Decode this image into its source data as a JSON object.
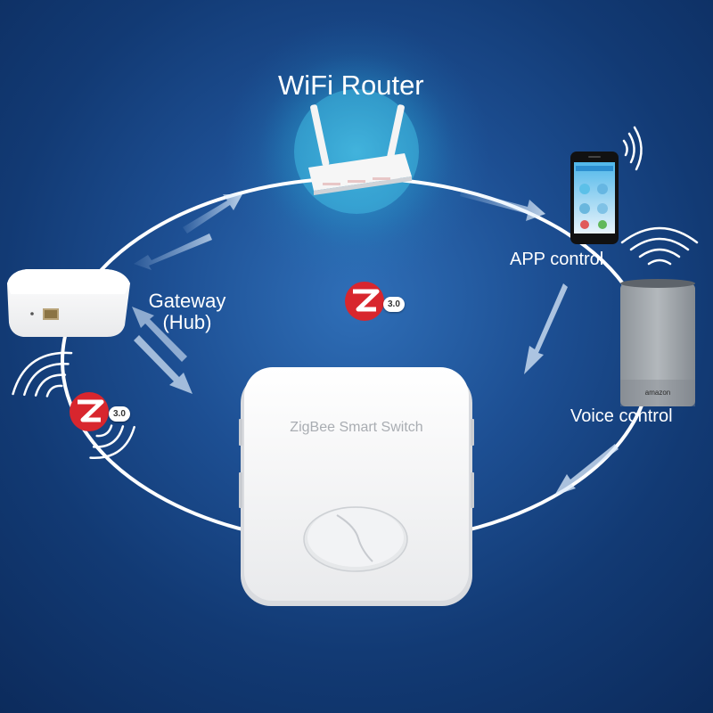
{
  "diagram": {
    "router_label": "WiFi Router",
    "gateway_label_line1": "Gateway",
    "gateway_label_line2": "(Hub)",
    "app_label": "APP control",
    "voice_label": "Voice control",
    "switch_label": "ZigBee Smart Switch",
    "zigbee_version": "3.0",
    "speaker_brand": "amazon"
  },
  "colors": {
    "background": "#1d4f93",
    "ring": "#ffffff",
    "arrow": "#cfe6ff",
    "zigbee_red": "#d8262e"
  },
  "icons": [
    "wifi-router-icon",
    "gateway-hub-icon",
    "smartphone-icon",
    "smart-speaker-icon",
    "zigbee-logo-icon",
    "signal-waves-icon",
    "direction-arrow-icon"
  ]
}
